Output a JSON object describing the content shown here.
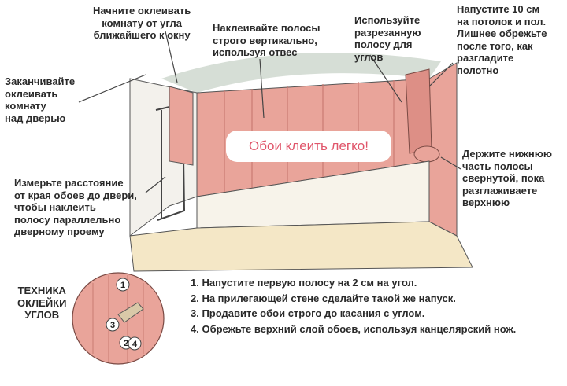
{
  "labels": {
    "corner_start": [
      "Начните оклеивать",
      "комнату от угла",
      "ближайшего к окну"
    ],
    "vertical": [
      "Наклеивайте полосы",
      "строго вертикально,",
      "используя отвес"
    ],
    "cut_strip": [
      "Используйте",
      "разрезанную",
      "полосу для",
      "углов"
    ],
    "overlap": [
      "Напустите 10 см",
      "на потолок и пол.",
      "Лишнее обрежьте",
      "после того, как",
      "разгладите",
      "полотно"
    ],
    "above_door": [
      "Заканчивайте",
      "оклеивать",
      "комнату",
      "над дверью"
    ],
    "hold_bottom": [
      "Держите нижнюю",
      "часть полосы",
      "свернутой, пока",
      "разглаживаете",
      "верхнюю"
    ],
    "measure": [
      "Измерьте расстояние",
      "от края обоев до двери,",
      "чтобы наклеить",
      "полосу параллельно",
      "дверному проему"
    ],
    "technique": [
      "ТЕХНИКА",
      "ОКЛЕЙКИ",
      "УГЛОВ"
    ]
  },
  "banner": "Обои клеить легко!",
  "steps": [
    "1. Напустите первую полосу  на 2 см на угол.",
    "2. На прилегающей стене сделайте такой же напуск.",
    "3. Продавите обои строго  до касания с углом.",
    "4. Обрежьте верхний слой обоев, используя  канцелярский нож."
  ],
  "markers": [
    "1",
    "2",
    "3",
    "4"
  ],
  "colors": {
    "wallpaper": "#e9a49a",
    "wallpaper_stripe": "#dd8f86",
    "floor": "#f4e7c6",
    "ceiling": "#cfd8cf",
    "text": "#2a2a2a",
    "banner_text": "#e0566b"
  }
}
